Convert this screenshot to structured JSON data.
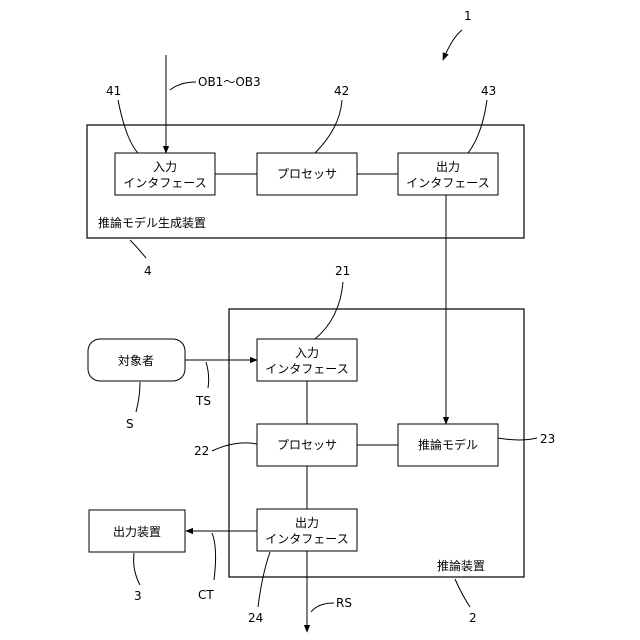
{
  "figure_number": "1",
  "generator": {
    "ref": "4",
    "label": "推論モデル生成装置",
    "input_label": "OB1～OB3",
    "input_if": {
      "ref": "41",
      "line1": "入力",
      "line2": "インタフェース"
    },
    "processor": {
      "ref": "42",
      "text": "プロセッサ"
    },
    "output_if": {
      "ref": "43",
      "line1": "出力",
      "line2": "インタフェース"
    }
  },
  "inference": {
    "ref": "2",
    "label": "推論装置",
    "input_if": {
      "ref": "21",
      "line1": "入力",
      "line2": "インタフェース"
    },
    "processor": {
      "ref": "22",
      "text": "プロセッサ"
    },
    "model": {
      "ref": "23",
      "text": "推論モデル"
    },
    "output_if": {
      "ref": "24",
      "line1": "出力",
      "line2": "インタフェース"
    }
  },
  "subject": {
    "ref": "S",
    "text": "対象者",
    "signal": "TS"
  },
  "output_device": {
    "ref": "3",
    "text": "出力装置",
    "signal": "CT"
  },
  "result_signal": "RS"
}
